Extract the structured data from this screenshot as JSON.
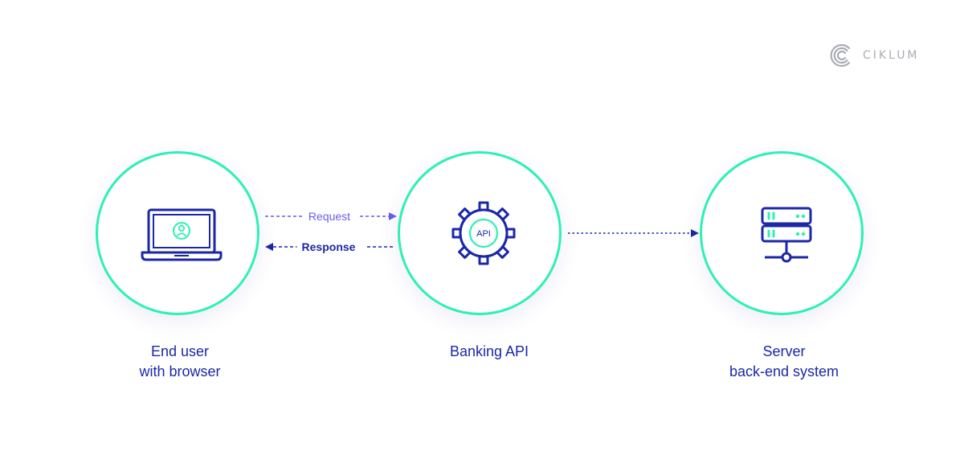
{
  "brand": {
    "name": "CIKLUM",
    "logo_icon": "ciklum-c-logo-icon"
  },
  "colors": {
    "ring": "#2df0b4",
    "primary": "#1b27a8",
    "request": "#6a5cf0",
    "accent": "#2df0b4",
    "logo_gray": "#a9adb3"
  },
  "diagram": {
    "nodes": [
      {
        "id": "user",
        "icon": "laptop-user-icon",
        "caption_lines": [
          "End user",
          "with browser"
        ]
      },
      {
        "id": "api",
        "icon": "gear-api-icon",
        "icon_text": "API",
        "caption_lines": [
          "Banking API"
        ]
      },
      {
        "id": "server",
        "icon": "server-icon",
        "caption_lines": [
          "Server",
          "back-end system"
        ]
      }
    ],
    "edges": [
      {
        "from": "user",
        "to": "api",
        "label": "Request",
        "style": "dashed"
      },
      {
        "from": "api",
        "to": "user",
        "label": "Response",
        "style": "dashed"
      },
      {
        "from": "api",
        "to": "server",
        "label": "",
        "style": "dotted"
      }
    ]
  }
}
